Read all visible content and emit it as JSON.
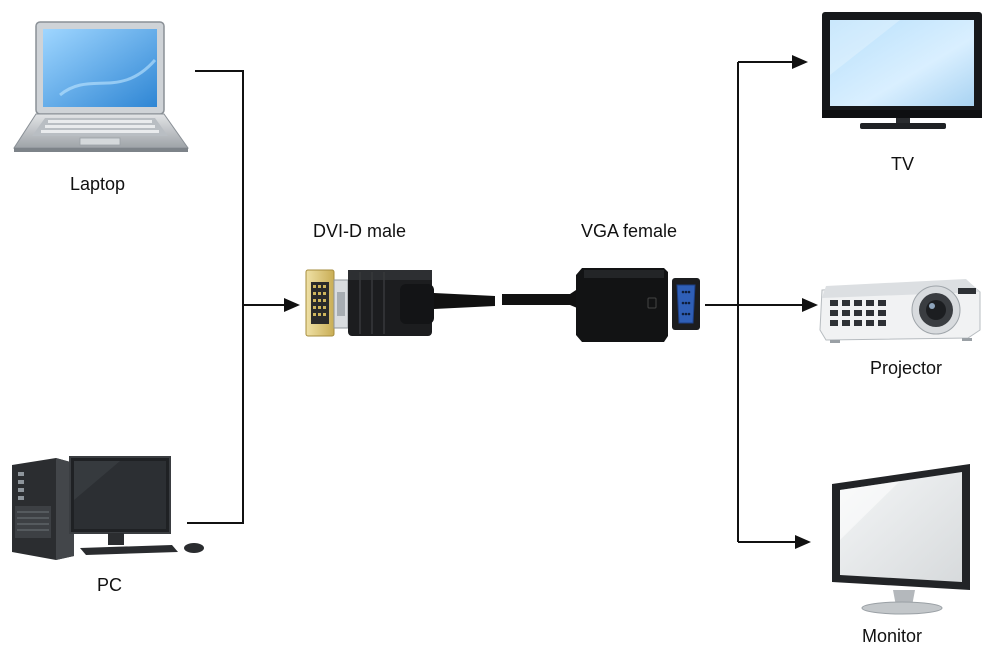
{
  "labels": {
    "laptop": "Laptop",
    "pc": "PC",
    "dvi": "DVI-D male",
    "vga": "VGA female",
    "tv": "TV",
    "projector": "Projector",
    "monitor": "Monitor"
  },
  "icons": {
    "laptop": "laptop-icon",
    "pc": "desktop-pc-icon",
    "dvi": "dvi-d-male-connector-icon",
    "vga": "vga-female-adapter-icon",
    "tv": "tv-icon",
    "projector": "projector-icon",
    "monitor": "monitor-icon"
  },
  "colors": {
    "line": "#111111",
    "screen_blue": "#4aa3e0",
    "vga_port": "#2f5fb7",
    "dvi_gold": "#d8c06a"
  }
}
